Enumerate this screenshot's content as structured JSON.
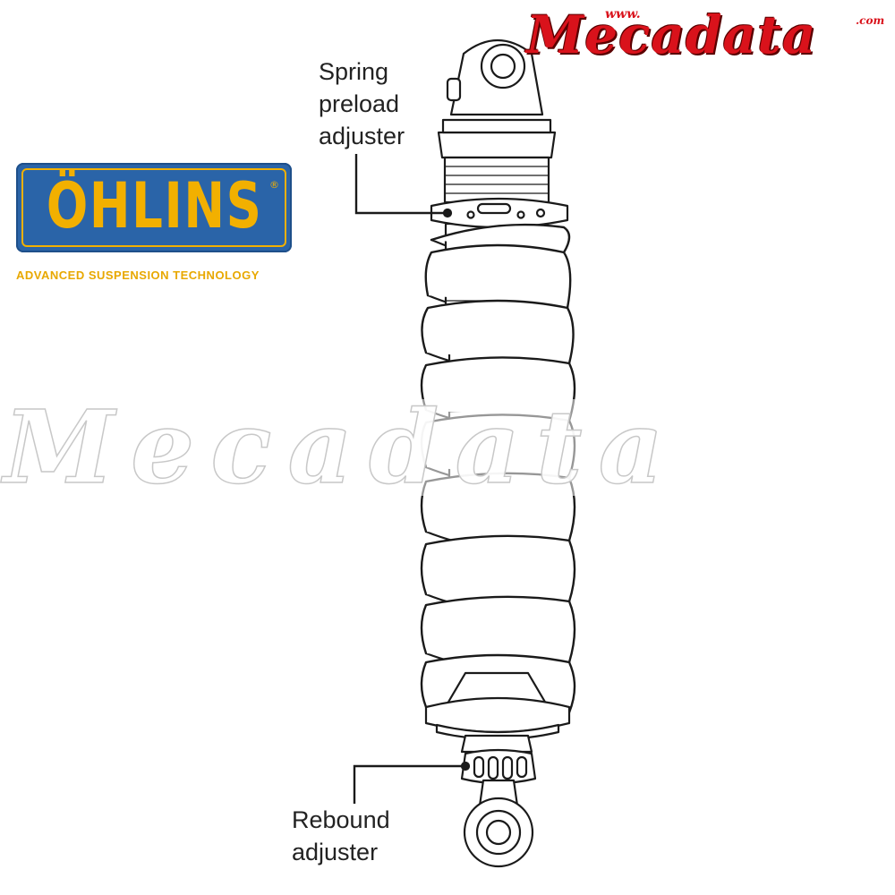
{
  "branding": {
    "ohlins_logo_text": "ÖHLINS",
    "ohlins_registered": "®",
    "ohlins_tagline": "ADVANCED SUSPENSION TECHNOLOGY",
    "mecadata_logo_text": "Mecadata",
    "mecadata_www": "www.",
    "mecadata_com": ".com",
    "watermark_text": "Mecadata"
  },
  "callouts": {
    "spring_preload": [
      "Spring",
      "preload",
      "adjuster"
    ],
    "rebound": [
      "Rebound",
      "adjuster"
    ]
  },
  "colors": {
    "ohlins_blue": "#2a64a8",
    "ohlins_gold": "#f2b000",
    "mecadata_red": "#d9121b",
    "line": "#1a1a1a"
  }
}
